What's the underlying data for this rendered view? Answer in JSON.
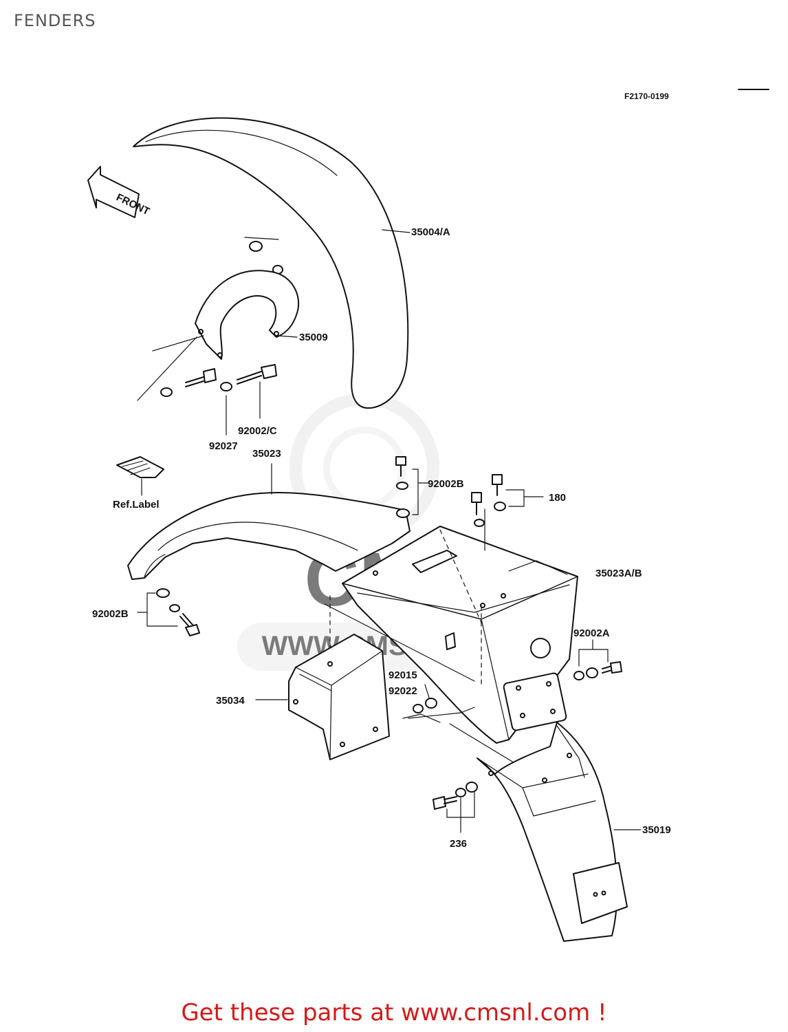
{
  "title": "FENDERS",
  "diagram_code": "F2170-0199",
  "direction_arrow": "FRONT",
  "watermark": "WWW.CMSNL.COM",
  "watermark_logo": "CMS",
  "parts": {
    "front_fender": "35004/A",
    "front_fender_bracket": "35009",
    "bolt_c": "92002/C",
    "washer": "92027",
    "ref_label": "Ref.Label",
    "rear_fender_front": "35023",
    "bolt_b_top": "92002B",
    "bolt_set_180": "180",
    "rear_fender_rear": "35023A/B",
    "bolt_b_left": "92002B",
    "bolt_a": "92002A",
    "nut": "92015",
    "washer_b": "92022",
    "cover": "35034",
    "bolt_set_236": "236",
    "flap": "35019"
  },
  "footer": "Get these parts at www.cmsnl.com !",
  "icons": [
    "front-arrow-icon"
  ],
  "colors": {
    "footer": "#d21a1a",
    "title": "#555555",
    "ink": "#111111"
  }
}
